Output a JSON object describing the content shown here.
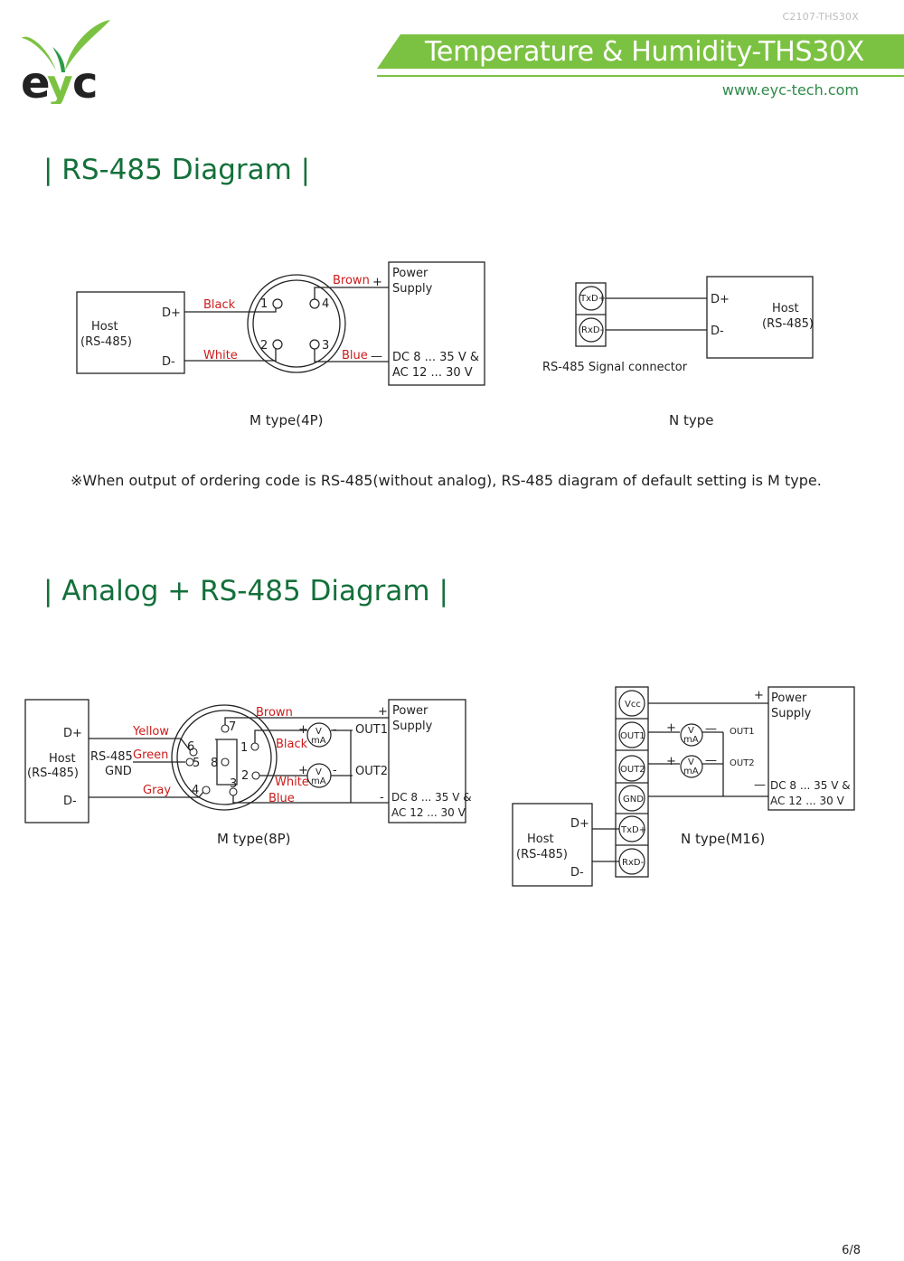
{
  "header": {
    "doc_code": "C2107-THS30X",
    "title": "Temperature & Humidity-THS30X",
    "website": "www.eyc-tech.com",
    "brand_color": "#7cc242",
    "heading_color": "#13703a",
    "label_color": "#cc1b1b"
  },
  "sec1": {
    "heading": "| RS-485 Diagram |",
    "note": "※When output of ordering code is RS-485(without analog), RS-485 diagram of default setting is M type.",
    "m": {
      "host": "Host",
      "host_sub": "(RS-485)",
      "dplus": "D+",
      "dminus": "D-",
      "black": "Black",
      "white": "White",
      "brown": "Brown",
      "blue": "Blue",
      "plus": "+",
      "minus": "—",
      "pin1": "1",
      "pin2": "2",
      "pin3": "3",
      "pin4": "4",
      "power": "Power",
      "supply": "Supply",
      "dc": "DC 8 ... 35 V &",
      "ac": "AC 12 ... 30 V",
      "caption": "M type(4P)"
    },
    "n": {
      "txd": "TxD+",
      "rxd": "RxD-",
      "connector": "RS-485 Signal connector",
      "dplus": "D+",
      "dminus": "D-",
      "host": "Host",
      "host_sub": "(RS-485)",
      "caption": "N type"
    }
  },
  "sec2": {
    "heading": "| Analog + RS-485 Diagram |",
    "m": {
      "dplus": "D+",
      "host": "Host",
      "host_sub": "(RS-485)",
      "dminus": "D-",
      "rs485": "RS-485",
      "gnd": "GND",
      "yellow": "Yellow",
      "green": "Green",
      "gray": "Gray",
      "brown": "Brown",
      "black": "Black",
      "white": "White",
      "blue": "Blue",
      "pin1": "1",
      "pin2": "2",
      "pin3": "3",
      "pin4": "4",
      "pin5": "5",
      "pin6": "6",
      "pin7": "7",
      "pin8": "8",
      "plus": "+",
      "minus": "-",
      "v": "V",
      "ma": "mA",
      "out1": "OUT1",
      "out2": "OUT2",
      "power": "Power",
      "supply": "Supply",
      "dc": "DC 8 ... 35 V &",
      "ac": "AC 12 ... 30 V",
      "caption": "M type(8P)"
    },
    "n": {
      "vcc": "Vcc",
      "out1": "OUT1",
      "out2": "OUT2",
      "gnd": "GND",
      "txd": "TxD+",
      "rxd": "RxD-",
      "plus": "+",
      "minus": "—",
      "v": "V",
      "ma": "mA",
      "out1_label": "OUT1",
      "out2_label": "OUT2",
      "power": "Power",
      "supply": "Supply",
      "dc": "DC 8 ... 35 V &",
      "ac": "AC 12 ... 30 V",
      "dplus": "D+",
      "dminus": "D-",
      "host": "Host",
      "host_sub": "(RS-485)",
      "caption": "N type(M16)"
    }
  },
  "footer": {
    "page": "6/8"
  }
}
